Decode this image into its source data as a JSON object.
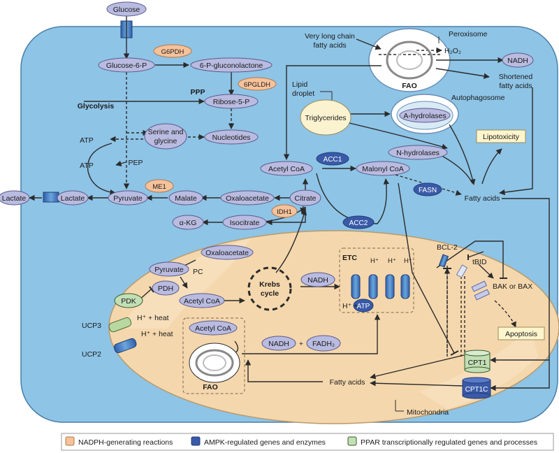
{
  "colors": {
    "cell": "#8ec4e6",
    "mito": "#f5d7ad",
    "purple_node": "#b9bbe0",
    "orange_node": "#f6c29b",
    "blue_node": "#3a5aa8",
    "green_node": "#c2dfb5",
    "lipid": "#fbf3d0",
    "yellow_box": "#fff5cc"
  },
  "nodes": {
    "glucose": "Glucose",
    "glucose6p": "Glucose-6-P",
    "g6pdh": "G6PDH",
    "gluconolactone": "6-P-gluconolactone",
    "pgldh": "6PGLDH",
    "ppp": "PPP",
    "ribose5p": "Ribose-5-P",
    "glycolysis": "Glycolysis",
    "serine_l1": "Serine and",
    "serine_l2": "glycine",
    "nucleotides": "Nucleotides",
    "atp1": "ATP",
    "atp2": "ATP",
    "pep": "PEP",
    "me1": "ME1",
    "lactate_out": "Lactate",
    "lactate": "Lactate",
    "pyruvate": "Pyruvate",
    "malate": "Malate",
    "oxaloacetate": "Oxaloacetate",
    "citrate": "Citrate",
    "idh1": "IDH1",
    "akg": "α-KG",
    "isocitrate": "Isocitrate",
    "acetylcoa": "Acetyl CoA",
    "acc1": "ACC1",
    "malonylcoa": "Malonyl CoA",
    "acc2": "ACC2",
    "fasn": "FASN",
    "fattyacids": "Fatty acids",
    "vlcfa_l1": "Very long chain",
    "vlcfa_l2": "fatty acids",
    "peroxisome": "Peroxisome",
    "h2o2": "H₂O₂",
    "fao_top": "FAO",
    "nadh_top": "NADH",
    "shortened_l1": "Shortened",
    "shortened_l2": "fatty acids",
    "lipid_l1": "Lipid",
    "lipid_l2": "droplet",
    "triglycerides": "Triglycerides",
    "autophagosome": "Autophagosome",
    "ahydrolases": "A-hydrolases",
    "nhydrolases": "N-hydrolases",
    "lipotoxicity": "Lipotoxicity",
    "bcl2": "BCL-2",
    "tbid": "tBID",
    "bak": "BAK or BAX",
    "apoptosis": "Apoptosis",
    "m_oxaloacetate": "Oxaloacetate",
    "m_pyruvate": "Pyruvate",
    "pc": "PC",
    "pdh": "PDH",
    "pdk": "PDK",
    "m_acetylcoa": "Acetyl CoA",
    "krebs_l1": "Krebs",
    "krebs_l2": "cycle",
    "m_nadh": "NADH",
    "etc": "ETC",
    "hplus": "H⁺",
    "hplus_atp": "H⁺ +",
    "atp_m": "ATP",
    "ucp3": "UCP3",
    "ucp2": "UCP2",
    "heat1": "H⁺ + heat",
    "heat2": "H⁺ + heat",
    "fao_acetylcoa": "Acetyl CoA",
    "fao_m": "FAO",
    "nadh_b": "NADH",
    "plus": "+",
    "fadh2": "FADH₂",
    "m_fattyacids": "Fatty acids",
    "cpt1": "CPT1",
    "cpt1c": "CPT1C",
    "mitochondria": "Mitochondria"
  },
  "legend": [
    {
      "label": "NADPH-generating reactions",
      "color": "#f6c29b"
    },
    {
      "label": "AMPK-regulated genes and enzymes",
      "color": "#3a5aa8"
    },
    {
      "label": "PPAR transcriptionally regulated genes and processes",
      "color": "#c2dfb5"
    }
  ]
}
